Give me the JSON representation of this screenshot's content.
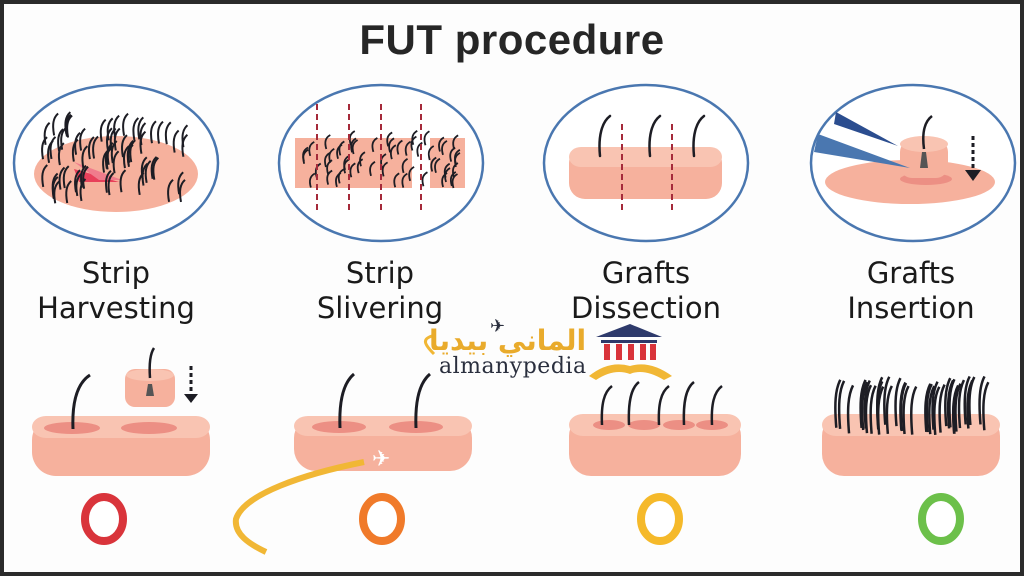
{
  "title": "FUT procedure",
  "steps": [
    {
      "line1": "Strip",
      "line2": "Harvesting",
      "color": "#d9343b"
    },
    {
      "line1": "Strip",
      "line2": "Slivering",
      "color": "#f07a2a"
    },
    {
      "line1": "Grafts",
      "line2": "Dissection",
      "color": "#f5b92a"
    },
    {
      "line1": "Grafts",
      "line2": "Insertion",
      "color": "#6cc04a"
    }
  ],
  "watermark": {
    "arabic": "الماني بيديا",
    "latin": "almanypedia"
  },
  "colors": {
    "skin": "#f6b19d",
    "skin_dark": "#ec8f84",
    "circle_border": "#4a77b0",
    "hair": "#1d1d24",
    "tweezer": "#2b4d8f"
  }
}
